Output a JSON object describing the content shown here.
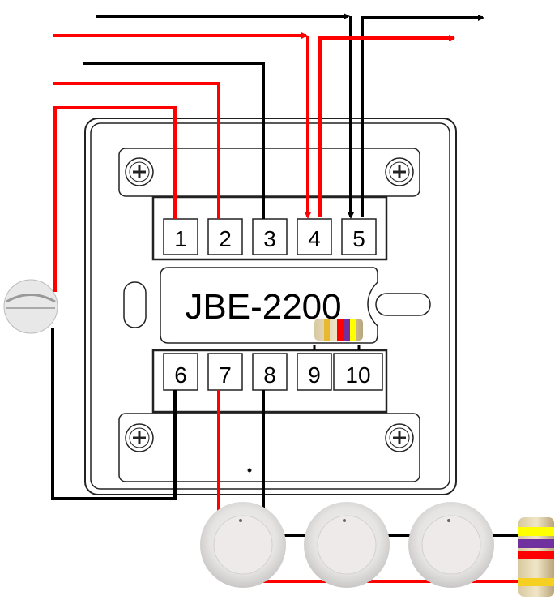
{
  "module": {
    "model": "JBE-2200"
  },
  "terminals": {
    "top": [
      "1",
      "2",
      "3",
      "4",
      "5"
    ],
    "bottom": [
      "6",
      "7",
      "8",
      "9",
      "10"
    ]
  },
  "colors": {
    "positive_wire": "#ff0000",
    "negative_wire": "#000000"
  },
  "icons": [
    "screw-icon",
    "smoke-detector-icon",
    "resistor-icon",
    "wall-sensor-icon",
    "arrow-icon"
  ]
}
